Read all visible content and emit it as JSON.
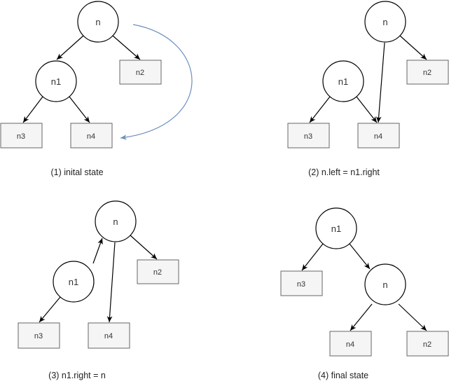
{
  "colors": {
    "stroke": "#000000",
    "box_fill": "#f5f5f5",
    "box_stroke": "#666666",
    "curve": "#6c8ebf"
  },
  "panels": [
    {
      "caption": "(1) inital state",
      "nodes": {
        "n": "n",
        "n1": "n1",
        "n2": "n2",
        "n3": "n3",
        "n4": "n4"
      }
    },
    {
      "caption": "(2) n.left = n1.right",
      "nodes": {
        "n": "n",
        "n1": "n1",
        "n2": "n2",
        "n3": "n3",
        "n4": "n4"
      }
    },
    {
      "caption": "(3) n1.right = n",
      "nodes": {
        "n": "n",
        "n1": "n1",
        "n2": "n2",
        "n3": "n3",
        "n4": "n4"
      }
    },
    {
      "caption": "(4) final state",
      "nodes": {
        "n": "n",
        "n1": "n1",
        "n2": "n2",
        "n3": "n3",
        "n4": "n4"
      }
    }
  ]
}
